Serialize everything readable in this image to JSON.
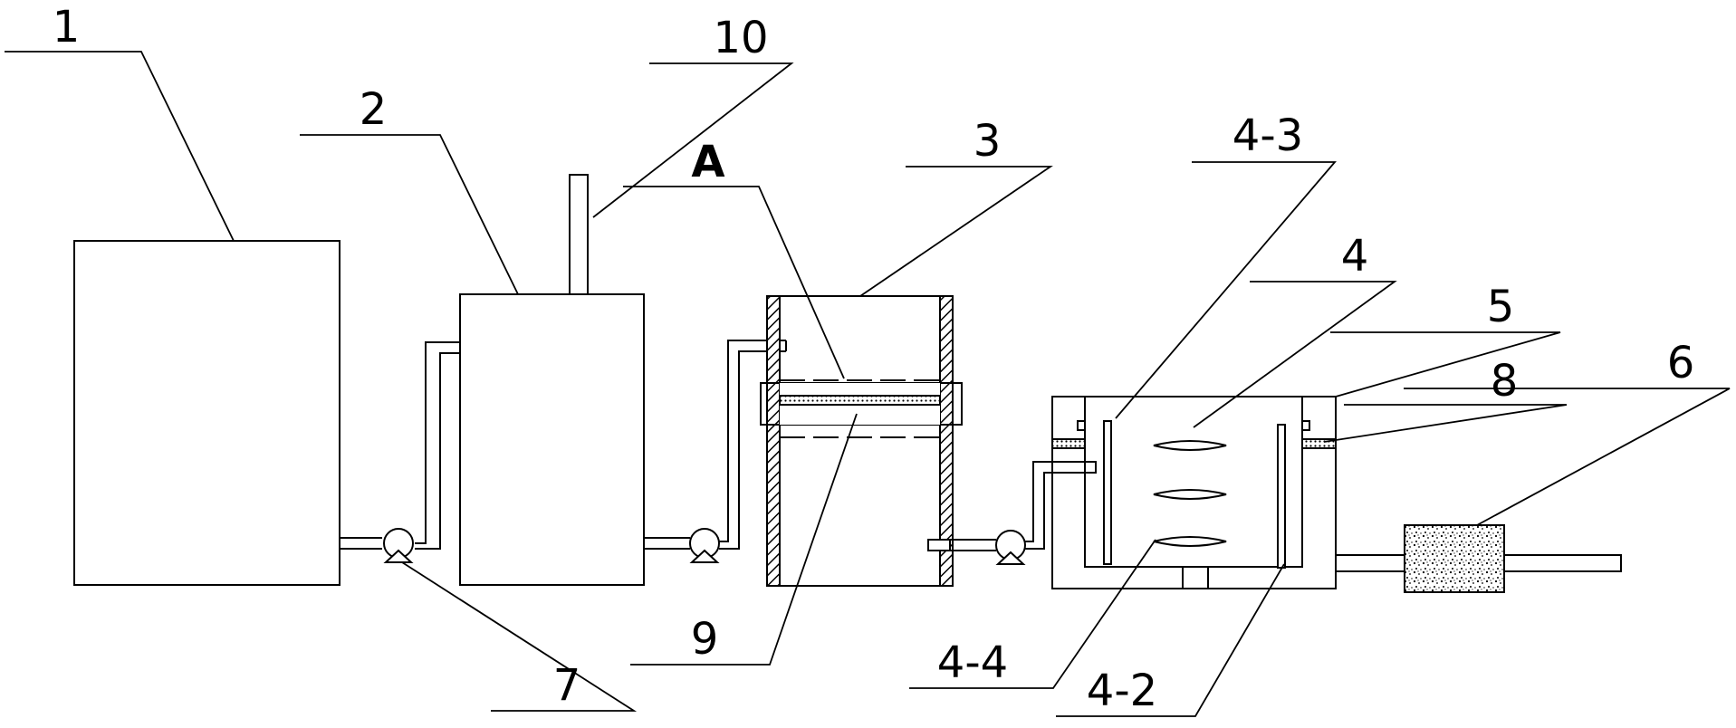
{
  "labels": {
    "l1": "1",
    "l2": "2",
    "l3": "3",
    "l4": "4",
    "l4_2": "4-2",
    "l4_3": "4-3",
    "l4_4": "4-4",
    "l5": "5",
    "l6": "6",
    "l7": "7",
    "l8": "8",
    "l9": "9",
    "l10": "10",
    "lA": "A"
  },
  "colors": {
    "line": "#000000",
    "background": "#ffffff"
  }
}
